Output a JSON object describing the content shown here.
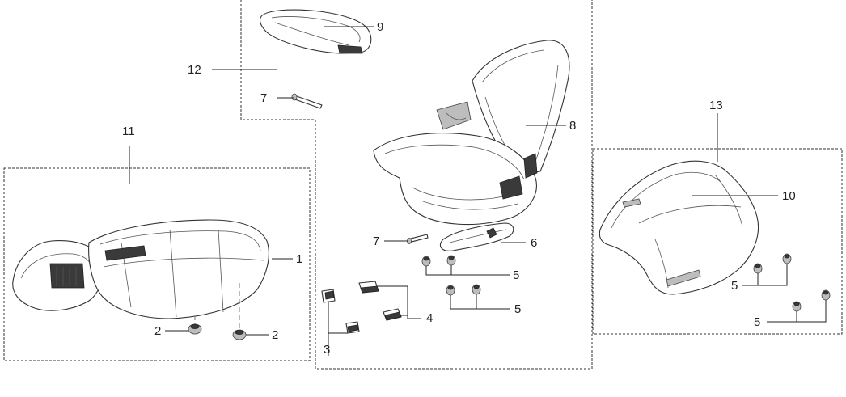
{
  "callouts": {
    "c1": "1",
    "c2a": "2",
    "c2b": "2",
    "c3": "3",
    "c4": "4",
    "c5a": "5",
    "c5b": "5",
    "c5c": "5",
    "c5d": "5",
    "c6": "6",
    "c7a": "7",
    "c7b": "7",
    "c8": "8",
    "c9": "9",
    "c10": "10",
    "c11": "11",
    "c12": "12",
    "c13": "13"
  }
}
